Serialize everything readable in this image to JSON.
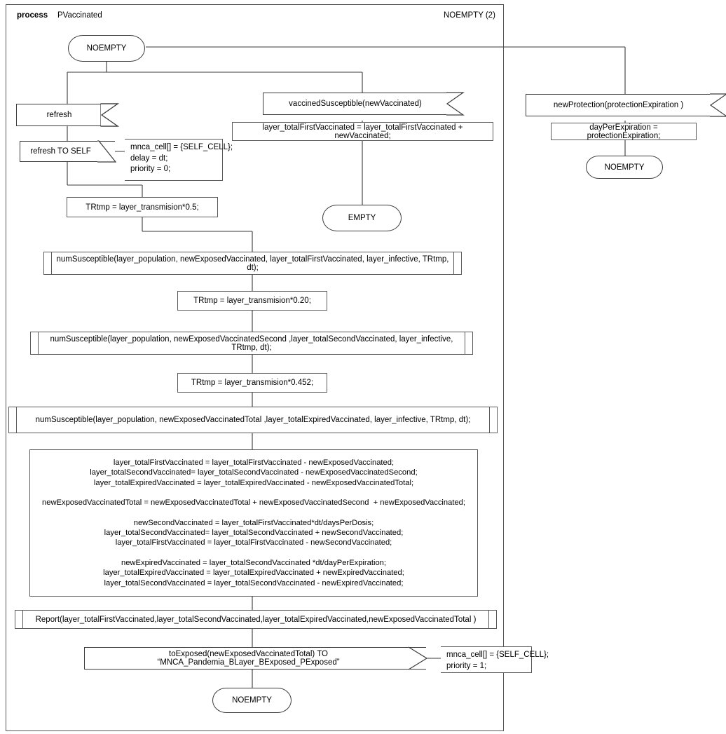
{
  "header": {
    "keyword": "process",
    "process_name": "PVaccinated",
    "page_label": "NOEMPTY (2)"
  },
  "colors": {
    "line": "#3a3a3a",
    "box_border": "#5a5a5a",
    "background": "#ffffff",
    "text": "#000000"
  },
  "nodes": {
    "start_state": "NOEMPTY",
    "input_refresh": "refresh",
    "output_refresh_to_self": "refresh TO SELF",
    "comment_refresh": "mnca_cell[] = {SELF_CELL};\ndelay = dt;\npriority = 0;",
    "task_trtmp_05": "TRtmp  = layer_transmision*0.5;",
    "input_vaccined": "vaccinedSusceptible(newVaccinated)",
    "task_first_vaccinated": "layer_totalFirstVaccinated = layer_totalFirstVaccinated + newVaccinated;",
    "state_empty": "EMPTY",
    "input_new_protection": "newProtection(protectionExpiration )",
    "task_day_per_expiration": "dayPerExpiration = protectionExpiration;",
    "state_noempty_right": "NOEMPTY",
    "proc_num_susceptible_1": "numSusceptible(layer_population, newExposedVaccinated, layer_totalFirstVaccinated, layer_infective, TRtmp, dt);",
    "task_trtmp_020": "TRtmp = layer_transmision*0.20;",
    "proc_num_susceptible_2": "numSusceptible(layer_population, newExposedVaccinatedSecond ,layer_totalSecondVaccinated, layer_infective, TRtmp, dt);",
    "task_trtmp_0452": "TRtmp = layer_transmision*0.452;",
    "proc_num_susceptible_3": "numSusceptible(layer_population, newExposedVaccinatedTotal ,layer_totalExpiredVaccinated, layer_infective, TRtmp, dt);",
    "task_big": "layer_totalFirstVaccinated = layer_totalFirstVaccinated - newExposedVaccinated;\nlayer_totalSecondVaccinated= layer_totalSecondVaccinated - newExposedVaccinatedSecond;\nlayer_totalExpiredVaccinated = layer_totalExpiredVaccinated - newExposedVaccinatedTotal;\n\nnewExposedVaccinatedTotal = newExposedVaccinatedTotal + newExposedVaccinatedSecond  + newExposedVaccinated;\n\nnewSecondVaccinated = layer_totalFirstVaccinated*dt/daysPerDosis;\nlayer_totalSecondVaccinated= layer_totalSecondVaccinated + newSecondVaccinated;\nlayer_totalFirstVaccinated = layer_totalFirstVaccinated - newSecondVaccinated;\n\nnewExpiredVaccinated = layer_totalSecondVaccinated *dt/dayPerExpiration;\nlayer_totalExpiredVaccinated = layer_totalExpiredVaccinated + newExpiredVaccinated;\nlayer_totalSecondVaccinated = layer_totalSecondVaccinated - newExpiredVaccinated;",
    "proc_report": "Report(layer_totalFirstVaccinated,layer_totalSecondVaccinated,layer_totalExpiredVaccinated,newExposedVaccinatedTotal )",
    "output_to_exposed": "toExposed(newExposedVaccinatedTotal) TO “MNCA_Pandemia_BLayer_BExposed_PExposed”",
    "comment_to_exposed": "mnca_cell[] = {SELF_CELL};\npriority = 1;",
    "end_state": "NOEMPTY"
  }
}
